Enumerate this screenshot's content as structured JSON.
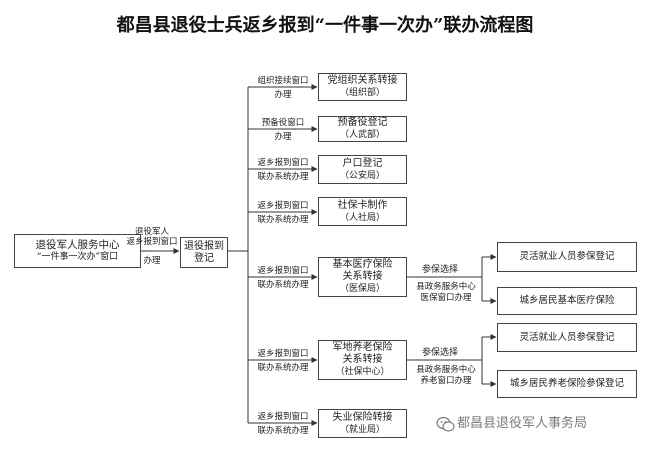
{
  "title": "都昌县退役士兵返乡报到“一件事一次办”联办流程图",
  "start": {
    "line1": "退役军人服务中心",
    "line2": "“一件事一次办”窗口"
  },
  "intake": {
    "label_line1": "退役军人",
    "label_line2": "返乡报到窗口",
    "label_line3": "办理"
  },
  "register": {
    "line1": "退役报到",
    "line2": "登记"
  },
  "branches": [
    {
      "label1": "组织接续窗口",
      "label2": "办理",
      "box1": "党组织关系转接",
      "box2": "（组织部）"
    },
    {
      "label1": "预备役窗口",
      "label2": "办理",
      "box1": "预备役登记",
      "box2": "（人武部）"
    },
    {
      "label1": "返乡报到窗口",
      "label2": "联办系统办理",
      "box1": "户口登记",
      "box2": "（公安局）"
    },
    {
      "label1": "返乡报到窗口",
      "label2": "联办系统办理",
      "box1": "社保卡制作",
      "box2": "（人社局）"
    },
    {
      "label1": "返乡报到窗口",
      "label2": "联办系统办理",
      "box1": "基本医疗保险",
      "box2": "关系转接",
      "box3": "（医保局）",
      "choice": "参保选择",
      "office1": "县政务服务中心",
      "office2": "医保窗口办理",
      "options": [
        "灵活就业人员参保登记",
        "城乡居民基本医疗保险"
      ]
    },
    {
      "label1": "返乡报到窗口",
      "label2": "联办系统办理",
      "box1": "军地养老保险",
      "box2": "关系转接",
      "box3": "（社保中心）",
      "choice": "参保选择",
      "office1": "县政务服务中心",
      "office2": "养老窗口办理",
      "options": [
        "灵活就业人员参保登记",
        "城乡居民养老保险参保登记"
      ]
    },
    {
      "label1": "返乡报到窗口",
      "label2": "联办系统办理",
      "box1": "失业保险转接",
      "box2": "（就业局）"
    }
  ],
  "watermark": "都昌县退役军人事务局",
  "colors": {
    "line": "#333333",
    "box_border": "#444444",
    "watermark": "#5a5a5a"
  }
}
